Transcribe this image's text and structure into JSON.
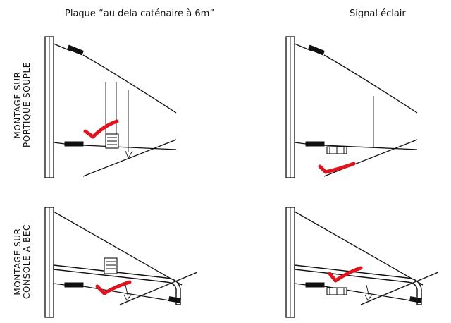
{
  "columns": {
    "left_title": "Plaque “au dela caténaire à 6m”",
    "right_title": "Signal éclair"
  },
  "rows": {
    "top": {
      "line1": "MONTAGE SUR",
      "line2": "PORTIQUE SOUPLE"
    },
    "bottom": {
      "line1": "MONTAGE SUR",
      "line2": "CONSOLE A BEC"
    }
  },
  "colors": {
    "check": "#e0141e",
    "ink": "#111111"
  }
}
